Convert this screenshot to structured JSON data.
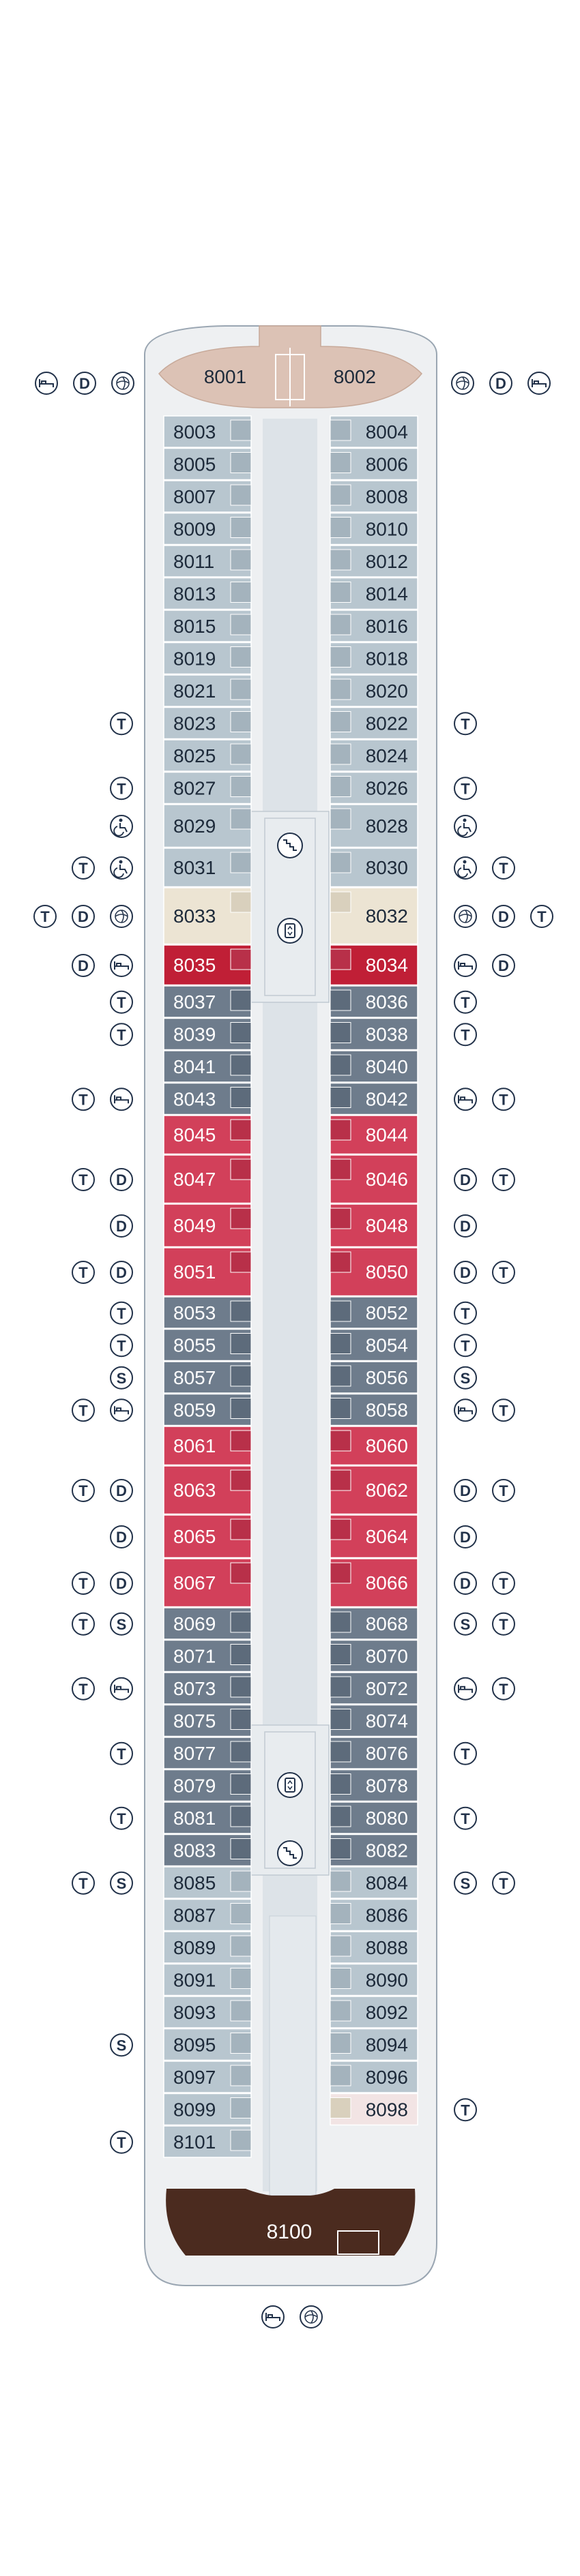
{
  "deck": {
    "suite_forward": [
      "8001",
      "8002"
    ],
    "suite_aft": "8100",
    "colors": {
      "light_blue": "#b8c6cf",
      "dark_blue": "#6e7c8c",
      "red": "#d2405a",
      "dark_red": "#c01f36",
      "beige": "#ece4d3",
      "pink": "#f2e4e4",
      "tan": "#dcc2b5",
      "brown": "#4b2b1f",
      "hull": "#e9ecef",
      "corridor": "#dde3e8",
      "outline": "#9aa6b2",
      "icon": "#22324a"
    },
    "icons_legend": {
      "T": "bathtub / T",
      "D": "D",
      "S": "S",
      "bed": "bed-icon",
      "vip": "vip-icon",
      "accessible": "wheelchair-icon",
      "stairs": "stairs-icon",
      "elevator": "elevator-icon"
    }
  },
  "forward_icons": {
    "left": [
      "bed",
      "D",
      "vip"
    ],
    "right": [
      "vip",
      "D",
      "bed"
    ]
  },
  "aft_icons": [
    "bed",
    "vip"
  ],
  "port_cabins": [
    {
      "no": "8003",
      "color": "light_blue",
      "icons": []
    },
    {
      "no": "8005",
      "color": "light_blue",
      "icons": []
    },
    {
      "no": "8007",
      "color": "light_blue",
      "icons": []
    },
    {
      "no": "8009",
      "color": "light_blue",
      "icons": []
    },
    {
      "no": "8011",
      "color": "light_blue",
      "icons": []
    },
    {
      "no": "8013",
      "color": "light_blue",
      "icons": []
    },
    {
      "no": "8015",
      "color": "light_blue",
      "icons": []
    },
    {
      "no": "8019",
      "color": "light_blue",
      "icons": []
    },
    {
      "no": "8021",
      "color": "light_blue",
      "icons": []
    },
    {
      "no": "8023",
      "color": "light_blue",
      "icons": [
        "T"
      ]
    },
    {
      "no": "8025",
      "color": "light_blue",
      "icons": []
    },
    {
      "no": "8027",
      "color": "light_blue",
      "icons": [
        "T"
      ]
    },
    {
      "no": "8029",
      "color": "light_blue",
      "icons": [
        "accessible"
      ]
    },
    {
      "no": "8031",
      "color": "light_blue",
      "icons": [
        "T",
        "accessible"
      ]
    },
    {
      "no": "8033",
      "color": "beige",
      "icons": [
        "T",
        "D",
        "vip"
      ]
    },
    {
      "no": "8035",
      "color": "dark_red",
      "icons": [
        "D",
        "bed"
      ]
    },
    {
      "no": "8037",
      "color": "dark_blue",
      "icons": [
        "T"
      ]
    },
    {
      "no": "8039",
      "color": "dark_blue",
      "icons": [
        "T"
      ]
    },
    {
      "no": "8041",
      "color": "dark_blue",
      "icons": []
    },
    {
      "no": "8043",
      "color": "dark_blue",
      "icons": [
        "T",
        "bed"
      ]
    },
    {
      "no": "8045",
      "color": "red",
      "icons": []
    },
    {
      "no": "8047",
      "color": "red",
      "icons": [
        "T",
        "D"
      ]
    },
    {
      "no": "8049",
      "color": "red",
      "icons": [
        "D"
      ]
    },
    {
      "no": "8051",
      "color": "red",
      "icons": [
        "T",
        "D"
      ]
    },
    {
      "no": "8053",
      "color": "dark_blue",
      "icons": [
        "T"
      ]
    },
    {
      "no": "8055",
      "color": "dark_blue",
      "icons": [
        "T"
      ]
    },
    {
      "no": "8057",
      "color": "dark_blue",
      "icons": [
        "S"
      ]
    },
    {
      "no": "8059",
      "color": "dark_blue",
      "icons": [
        "T",
        "bed"
      ]
    },
    {
      "no": "8061",
      "color": "red",
      "icons": []
    },
    {
      "no": "8063",
      "color": "red",
      "icons": [
        "T",
        "D"
      ]
    },
    {
      "no": "8065",
      "color": "red",
      "icons": [
        "D"
      ]
    },
    {
      "no": "8067",
      "color": "red",
      "icons": [
        "T",
        "D"
      ]
    },
    {
      "no": "8069",
      "color": "dark_blue",
      "icons": [
        "T",
        "S"
      ]
    },
    {
      "no": "8071",
      "color": "dark_blue",
      "icons": []
    },
    {
      "no": "8073",
      "color": "dark_blue",
      "icons": [
        "T",
        "bed"
      ]
    },
    {
      "no": "8075",
      "color": "dark_blue",
      "icons": []
    },
    {
      "no": "8077",
      "color": "dark_blue",
      "icons": [
        "T"
      ]
    },
    {
      "no": "8079",
      "color": "dark_blue",
      "icons": []
    },
    {
      "no": "8081",
      "color": "dark_blue",
      "icons": [
        "T"
      ]
    },
    {
      "no": "8083",
      "color": "dark_blue",
      "icons": []
    },
    {
      "no": "8085",
      "color": "light_blue",
      "icons": [
        "T",
        "S"
      ]
    },
    {
      "no": "8087",
      "color": "light_blue",
      "icons": []
    },
    {
      "no": "8089",
      "color": "light_blue",
      "icons": []
    },
    {
      "no": "8091",
      "color": "light_blue",
      "icons": []
    },
    {
      "no": "8093",
      "color": "light_blue",
      "icons": []
    },
    {
      "no": "8095",
      "color": "light_blue",
      "icons": [
        "S"
      ]
    },
    {
      "no": "8097",
      "color": "light_blue",
      "icons": []
    },
    {
      "no": "8099",
      "color": "light_blue",
      "icons": []
    },
    {
      "no": "8101",
      "color": "light_blue",
      "icons": [
        "T"
      ]
    }
  ],
  "starboard_cabins": [
    {
      "no": "8004",
      "color": "light_blue",
      "icons": []
    },
    {
      "no": "8006",
      "color": "light_blue",
      "icons": []
    },
    {
      "no": "8008",
      "color": "light_blue",
      "icons": []
    },
    {
      "no": "8010",
      "color": "light_blue",
      "icons": []
    },
    {
      "no": "8012",
      "color": "light_blue",
      "icons": []
    },
    {
      "no": "8014",
      "color": "light_blue",
      "icons": []
    },
    {
      "no": "8016",
      "color": "light_blue",
      "icons": []
    },
    {
      "no": "8018",
      "color": "light_blue",
      "icons": []
    },
    {
      "no": "8020",
      "color": "light_blue",
      "icons": []
    },
    {
      "no": "8022",
      "color": "light_blue",
      "icons": [
        "T"
      ]
    },
    {
      "no": "8024",
      "color": "light_blue",
      "icons": []
    },
    {
      "no": "8026",
      "color": "light_blue",
      "icons": [
        "T"
      ]
    },
    {
      "no": "8028",
      "color": "light_blue",
      "icons": [
        "accessible"
      ]
    },
    {
      "no": "8030",
      "color": "light_blue",
      "icons": [
        "accessible",
        "T"
      ]
    },
    {
      "no": "8032",
      "color": "beige",
      "icons": [
        "vip",
        "D",
        "T"
      ]
    },
    {
      "no": "8034",
      "color": "dark_red",
      "icons": [
        "bed",
        "D"
      ]
    },
    {
      "no": "8036",
      "color": "dark_blue",
      "icons": [
        "T"
      ]
    },
    {
      "no": "8038",
      "color": "dark_blue",
      "icons": [
        "T"
      ]
    },
    {
      "no": "8040",
      "color": "dark_blue",
      "icons": []
    },
    {
      "no": "8042",
      "color": "dark_blue",
      "icons": [
        "bed",
        "T"
      ]
    },
    {
      "no": "8044",
      "color": "red",
      "icons": []
    },
    {
      "no": "8046",
      "color": "red",
      "icons": [
        "D",
        "T"
      ]
    },
    {
      "no": "8048",
      "color": "red",
      "icons": [
        "D"
      ]
    },
    {
      "no": "8050",
      "color": "red",
      "icons": [
        "D",
        "T"
      ]
    },
    {
      "no": "8052",
      "color": "dark_blue",
      "icons": [
        "T"
      ]
    },
    {
      "no": "8054",
      "color": "dark_blue",
      "icons": [
        "T"
      ]
    },
    {
      "no": "8056",
      "color": "dark_blue",
      "icons": [
        "S"
      ]
    },
    {
      "no": "8058",
      "color": "dark_blue",
      "icons": [
        "bed",
        "T"
      ]
    },
    {
      "no": "8060",
      "color": "red",
      "icons": []
    },
    {
      "no": "8062",
      "color": "red",
      "icons": [
        "D",
        "T"
      ]
    },
    {
      "no": "8064",
      "color": "red",
      "icons": [
        "D"
      ]
    },
    {
      "no": "8066",
      "color": "red",
      "icons": [
        "D",
        "T"
      ]
    },
    {
      "no": "8068",
      "color": "dark_blue",
      "icons": [
        "S",
        "T"
      ]
    },
    {
      "no": "8070",
      "color": "dark_blue",
      "icons": []
    },
    {
      "no": "8072",
      "color": "dark_blue",
      "icons": [
        "bed",
        "T"
      ]
    },
    {
      "no": "8074",
      "color": "dark_blue",
      "icons": []
    },
    {
      "no": "8076",
      "color": "dark_blue",
      "icons": [
        "T"
      ]
    },
    {
      "no": "8078",
      "color": "dark_blue",
      "icons": []
    },
    {
      "no": "8080",
      "color": "dark_blue",
      "icons": [
        "T"
      ]
    },
    {
      "no": "8082",
      "color": "dark_blue",
      "icons": []
    },
    {
      "no": "8084",
      "color": "light_blue",
      "icons": [
        "S",
        "T"
      ]
    },
    {
      "no": "8086",
      "color": "light_blue",
      "icons": []
    },
    {
      "no": "8088",
      "color": "light_blue",
      "icons": []
    },
    {
      "no": "8090",
      "color": "light_blue",
      "icons": []
    },
    {
      "no": "8092",
      "color": "light_blue",
      "icons": []
    },
    {
      "no": "8094",
      "color": "light_blue",
      "icons": []
    },
    {
      "no": "8096",
      "color": "light_blue",
      "icons": []
    },
    {
      "no": "8098",
      "color": "pink",
      "icons": [
        "T"
      ]
    }
  ]
}
